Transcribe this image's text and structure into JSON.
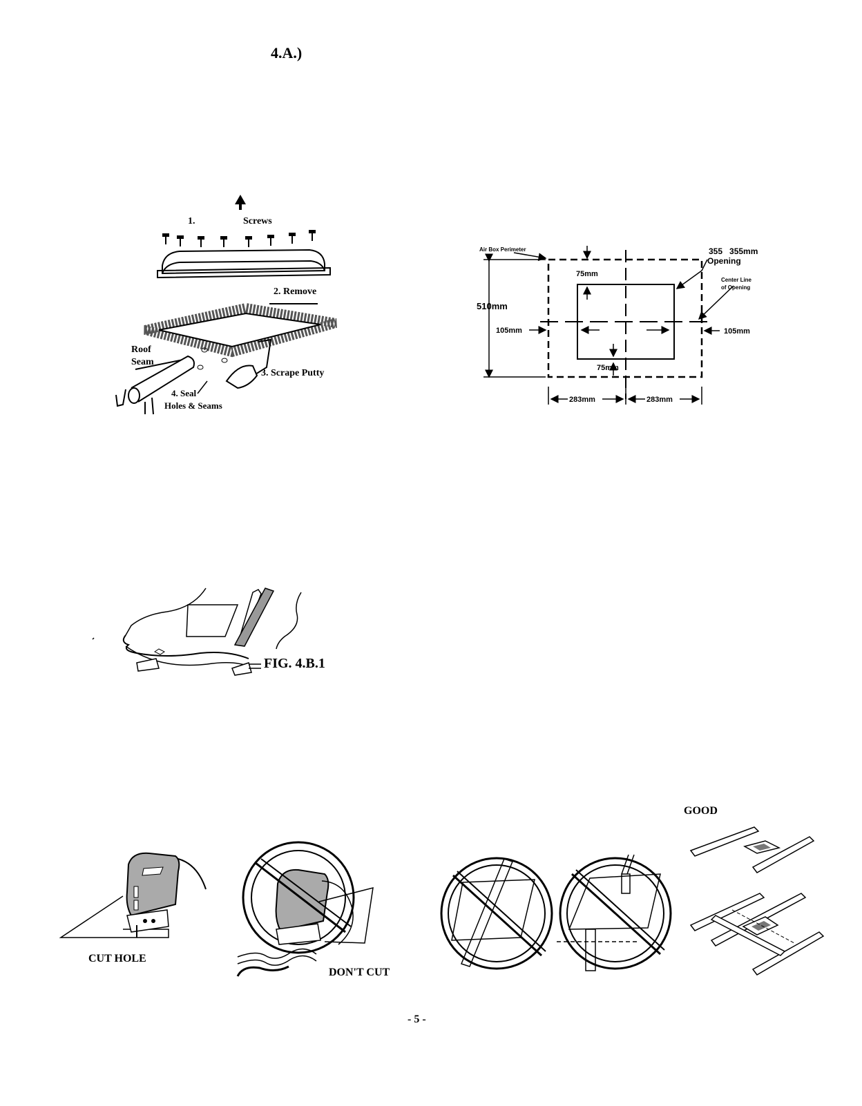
{
  "section_heading": "4.A.)",
  "vent_removal_figure": {
    "step1": "1.",
    "screws": "Screws",
    "step2": "2. Remove",
    "roof_seam_line1": "Roof",
    "roof_seam_line2": "Seam",
    "step3": "3. Scrape Putty",
    "step4_line1": "4. Seal",
    "step4_line2": "Holes & Seams"
  },
  "opening_diagram": {
    "air_box_perimeter": "Air Box Perimeter",
    "opening_size_line1": "355   355mm",
    "opening_size_line2": "Opening",
    "center_line_1": "Center Line",
    "center_line_2": "of Opening",
    "height": "510mm",
    "top_offset": "75mm",
    "bottom_offset": "75mm",
    "left_offset": "105mm",
    "right_offset": "105mm",
    "left_half_width": "283mm",
    "right_half_width": "283mm"
  },
  "fig_4b1_label": "FIG. 4.B.1",
  "cut_hole_label": "CUT HOLE",
  "dont_cut_label": "DON'T CUT",
  "good_label": "GOOD",
  "page_number": "- 5 -"
}
